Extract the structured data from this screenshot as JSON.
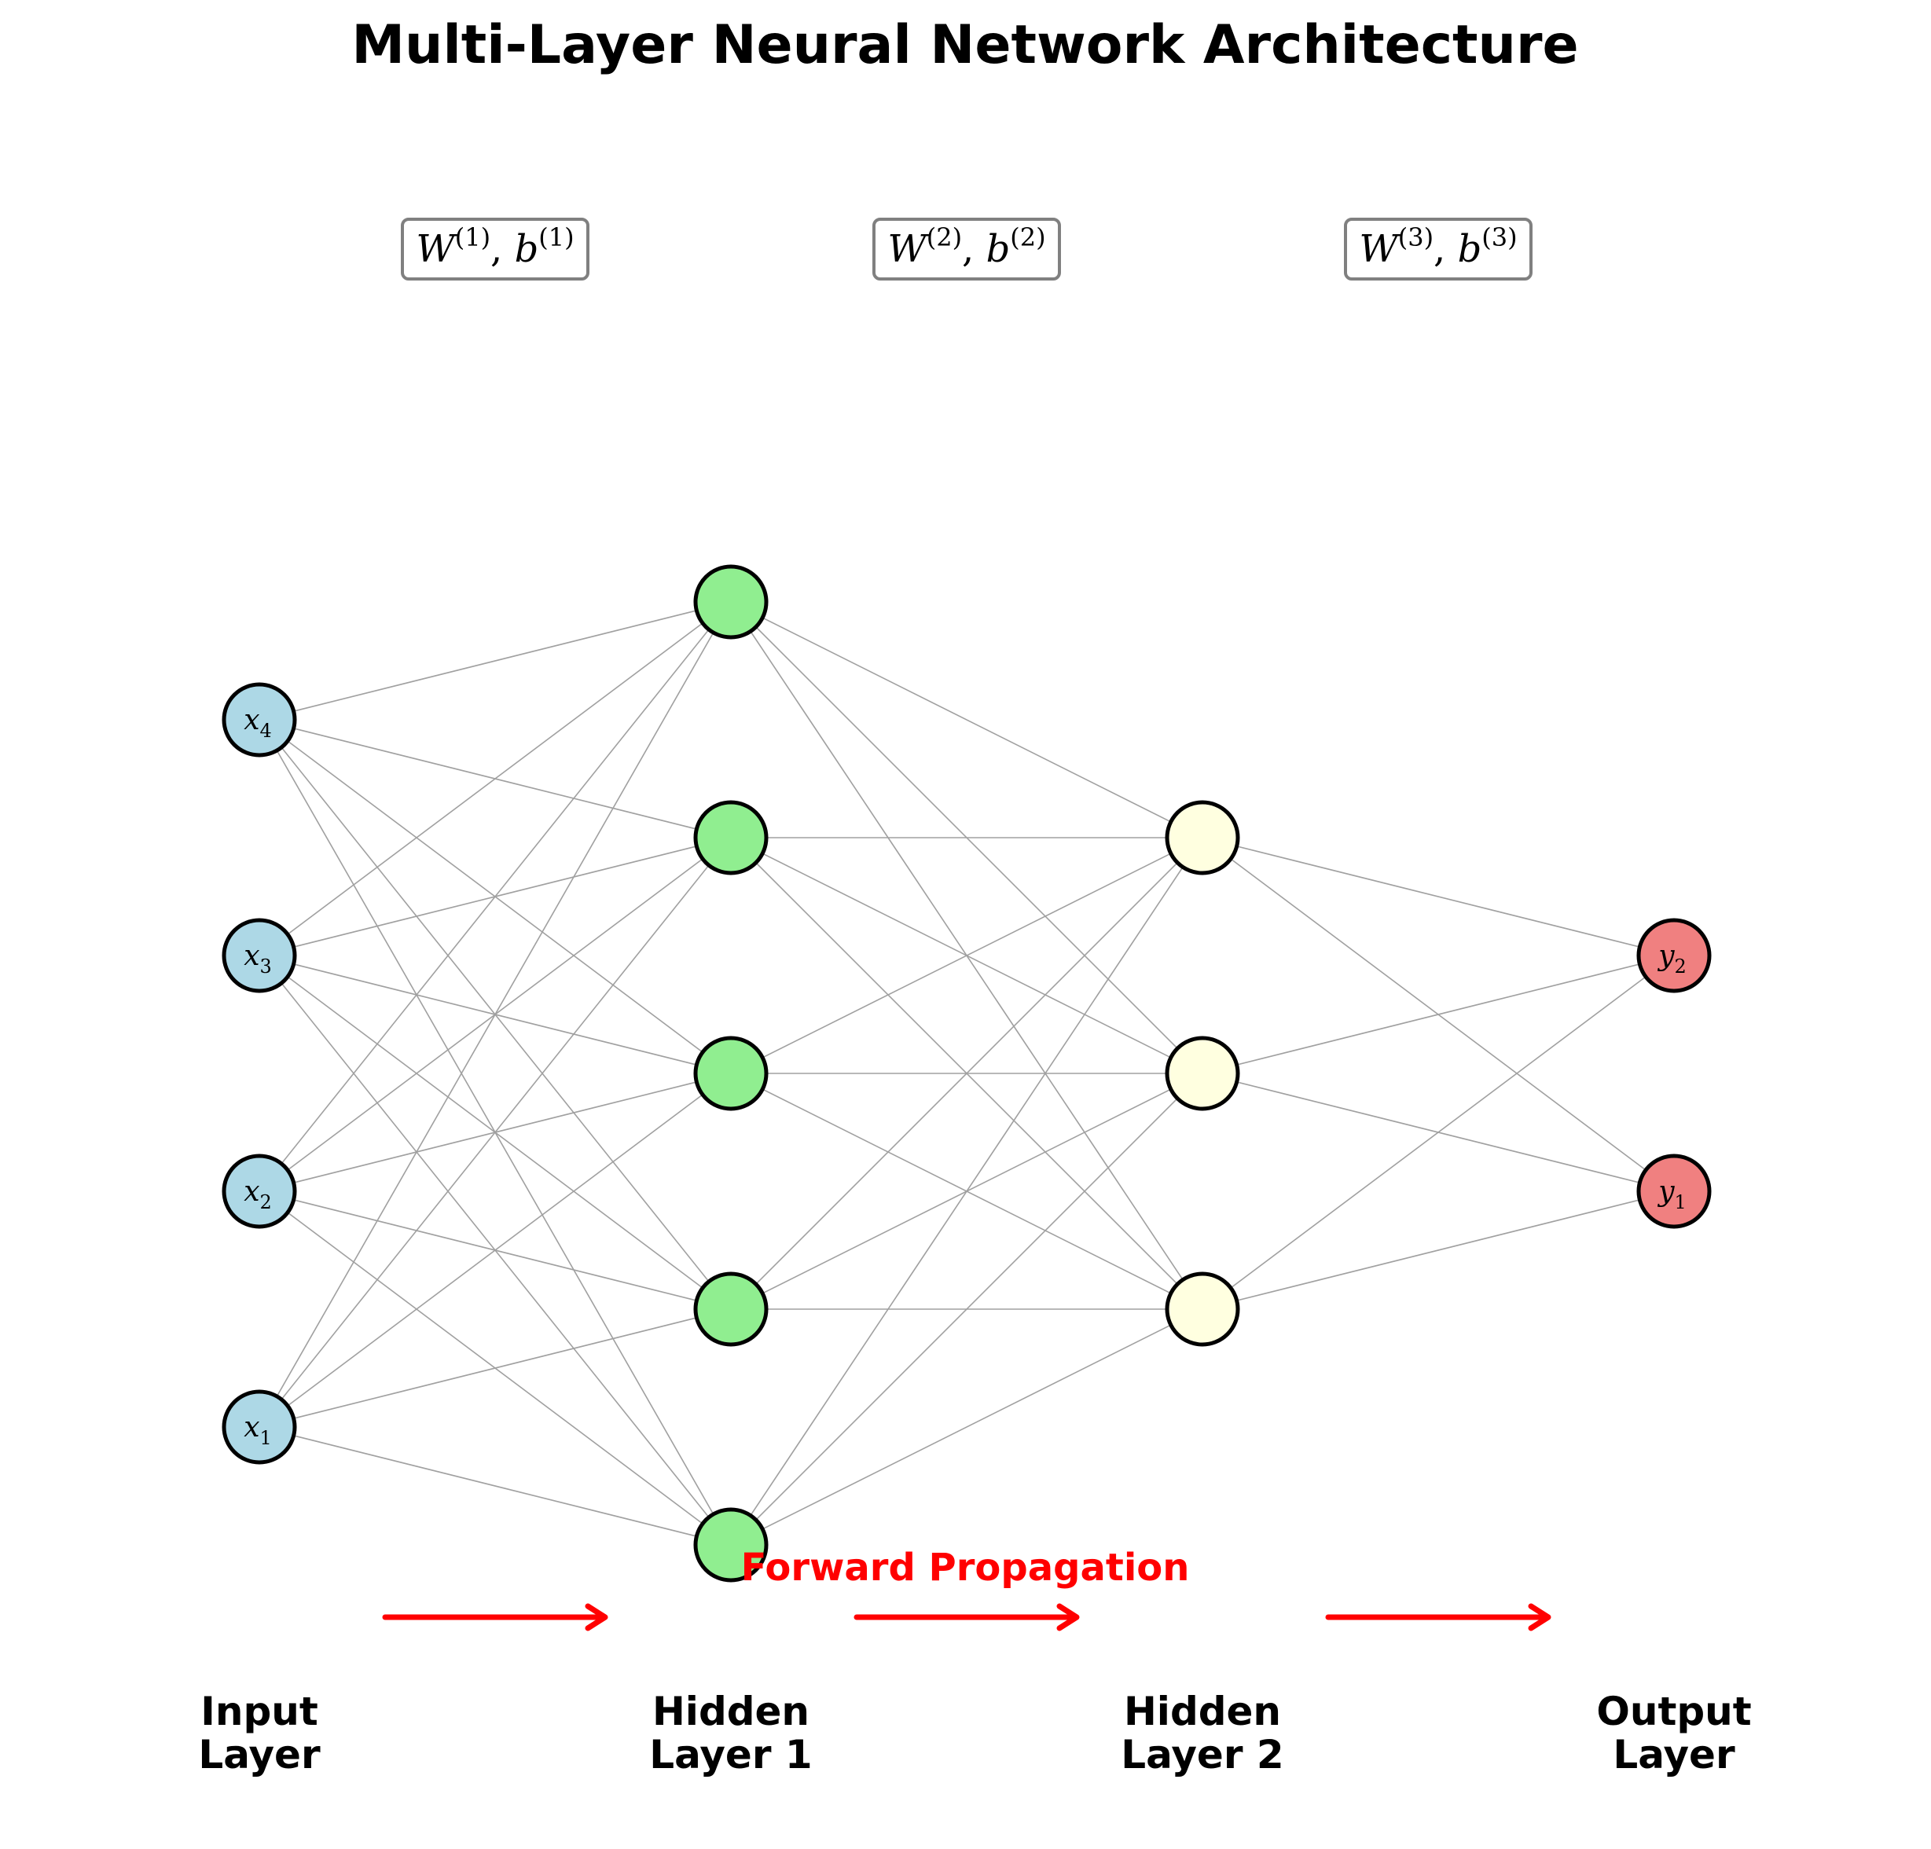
{
  "title": "Multi-Layer Neural Network Architecture",
  "layers": [
    {
      "id": "input",
      "label_lines": [
        "Input",
        "Layer"
      ],
      "fill": "#add8e6",
      "nodes": [
        {
          "main": "x",
          "sub": "1"
        },
        {
          "main": "x",
          "sub": "2"
        },
        {
          "main": "x",
          "sub": "3"
        },
        {
          "main": "x",
          "sub": "4"
        }
      ]
    },
    {
      "id": "hidden1",
      "label_lines": [
        "Hidden",
        "Layer 1"
      ],
      "fill": "#90ee90",
      "nodes": [
        {
          "main": "",
          "sub": ""
        },
        {
          "main": "",
          "sub": ""
        },
        {
          "main": "",
          "sub": ""
        },
        {
          "main": "",
          "sub": ""
        },
        {
          "main": "",
          "sub": ""
        }
      ]
    },
    {
      "id": "hidden2",
      "label_lines": [
        "Hidden",
        "Layer 2"
      ],
      "fill": "#ffffe0",
      "nodes": [
        {
          "main": "",
          "sub": ""
        },
        {
          "main": "",
          "sub": ""
        },
        {
          "main": "",
          "sub": ""
        }
      ]
    },
    {
      "id": "output",
      "label_lines": [
        "Output",
        "Layer"
      ],
      "fill": "#f08080",
      "nodes": [
        {
          "main": "y",
          "sub": "1"
        },
        {
          "main": "y",
          "sub": "2"
        }
      ]
    }
  ],
  "parameters": [
    {
      "w": "W",
      "w_sup": "(1)",
      "sep": ", ",
      "b": "b",
      "b_sup": "(1)"
    },
    {
      "w": "W",
      "w_sup": "(2)",
      "sep": ", ",
      "b": "b",
      "b_sup": "(2)"
    },
    {
      "w": "W",
      "w_sup": "(3)",
      "sep": ", ",
      "b": "b",
      "b_sup": "(3)"
    }
  ],
  "forward_label": "Forward Propagation",
  "colors": {
    "edge": "#a0a0a0",
    "node_stroke": "#000000",
    "arrow": "#ff0000",
    "param_box_stroke": "#808080"
  }
}
